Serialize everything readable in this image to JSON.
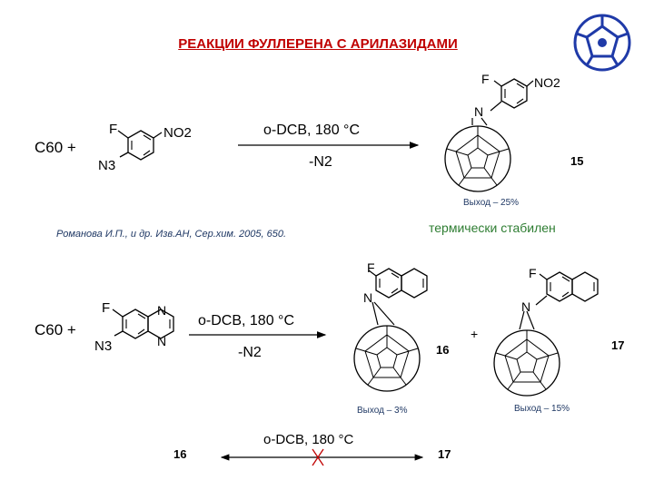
{
  "title": "РЕАКЦИИ ФУЛЛЕРЕНА С АРИЛАЗИДАМИ",
  "reaction1": {
    "reagent_c60": "C60 +",
    "sub_f": "F",
    "sub_no2": "NO2",
    "sub_n3": "N3",
    "cond_top": "o-DCB, 180 °C",
    "cond_bottom": "-N2",
    "product_f": "F",
    "product_no2": "NO2",
    "product_n": "N",
    "product_number": "15",
    "yield": "Выход – 25%",
    "stability_note": "термически стабилен"
  },
  "citation": "Романова И.П., и др.  Изв.АН, Сер.хим. 2005, 650.",
  "reaction2": {
    "reagent_c60": "C60 +",
    "sub_f": "F",
    "sub_n3": "N3",
    "ring_n1": "N",
    "ring_n2": "N",
    "cond_top": "o-DCB, 180 °C",
    "cond_bottom": "-N2",
    "product16_f": "F",
    "product16_n": "N",
    "product16_number": "16",
    "plus": "+",
    "product17_f": "F",
    "product17_n": "N",
    "product17_number": "17",
    "yield16": "Выход – 3%",
    "yield17": "Выход – 15%"
  },
  "reaction3": {
    "left": "16",
    "cond_top": "o-DCB, 180 °C",
    "right": "17"
  },
  "colors": {
    "title": "#c00000",
    "yield": "#1f3864",
    "stable_note": "#2e7d32",
    "cross": "#c00000",
    "logo": "#1f3aa8"
  }
}
